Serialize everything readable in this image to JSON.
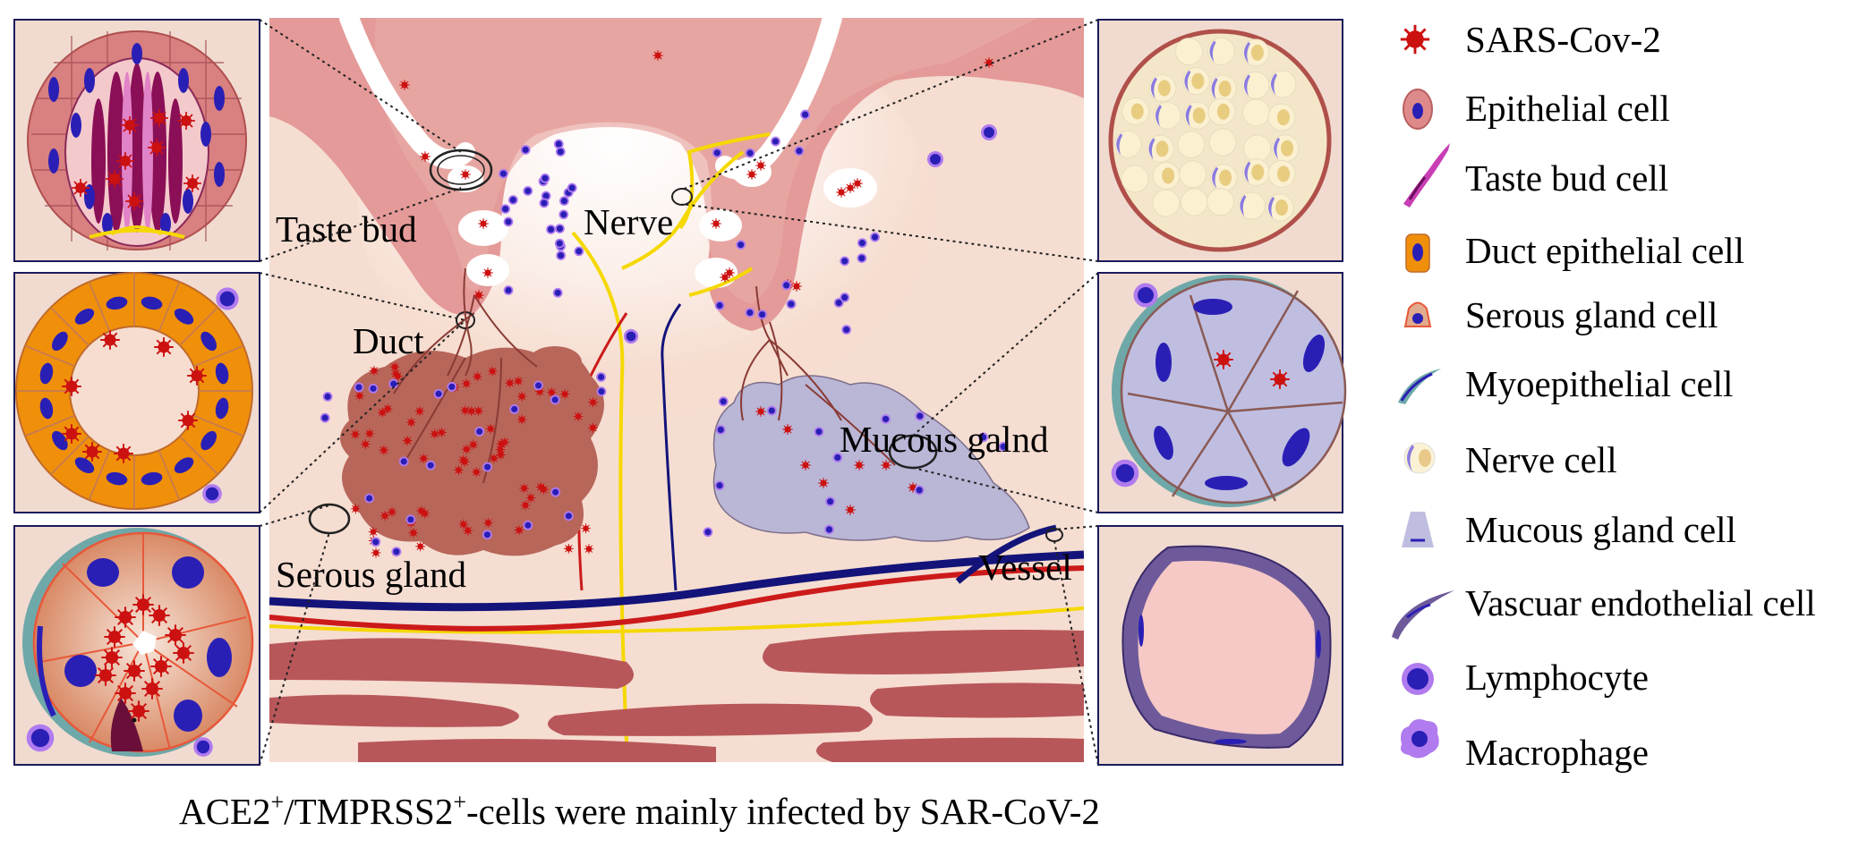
{
  "labels": {
    "taste_bud": "Taste bud",
    "nerve": "Nerve",
    "duct": "Duct",
    "mucous_gland": "Mucous galnd",
    "serous_gland": "Serous gland",
    "vessel": "Vessel"
  },
  "legend": [
    {
      "icon": "virus-icon",
      "label": "SARS-Cov-2"
    },
    {
      "icon": "epithelial-cell-icon",
      "label": "Epithelial cell"
    },
    {
      "icon": "taste-bud-cell-icon",
      "label": "Taste bud cell"
    },
    {
      "icon": "duct-epithelial-cell-icon",
      "label": "Duct epithelial cell"
    },
    {
      "icon": "serous-gland-cell-icon",
      "label": "Serous gland cell"
    },
    {
      "icon": "myoepithelial-cell-icon",
      "label": "Myoepithelial cell"
    },
    {
      "icon": "nerve-cell-icon",
      "label": "Nerve cell"
    },
    {
      "icon": "mucous-gland-cell-icon",
      "label": "Mucous gland cell"
    },
    {
      "icon": "vascular-endothelial-cell-icon",
      "label": "Vascuar endothelial cell"
    },
    {
      "icon": "lymphocyte-icon",
      "label": "Lymphocyte"
    },
    {
      "icon": "macrophage-icon",
      "label": "Macrophage"
    }
  ],
  "caption": {
    "part1": "ACE2",
    "sup1": "+",
    "part2": "/TMPRSS2",
    "sup2": "+",
    "part3": "-cells were mainly infected by SAR-CoV-2"
  },
  "colors": {
    "tissue": "#f6ddd0",
    "mucosa": "#e08a8a",
    "virus": "#cc1111",
    "duct": "#f0900a",
    "serous": "#b8665a",
    "mucous": "#b9b6d6",
    "nerve": "#f5d800",
    "artery": "#cc1a1a",
    "vein": "#13137a",
    "muscle": "#b8575a",
    "lymphocyte_nucleus": "#2a1fb5",
    "lymphocyte_body": "#b07bef"
  }
}
